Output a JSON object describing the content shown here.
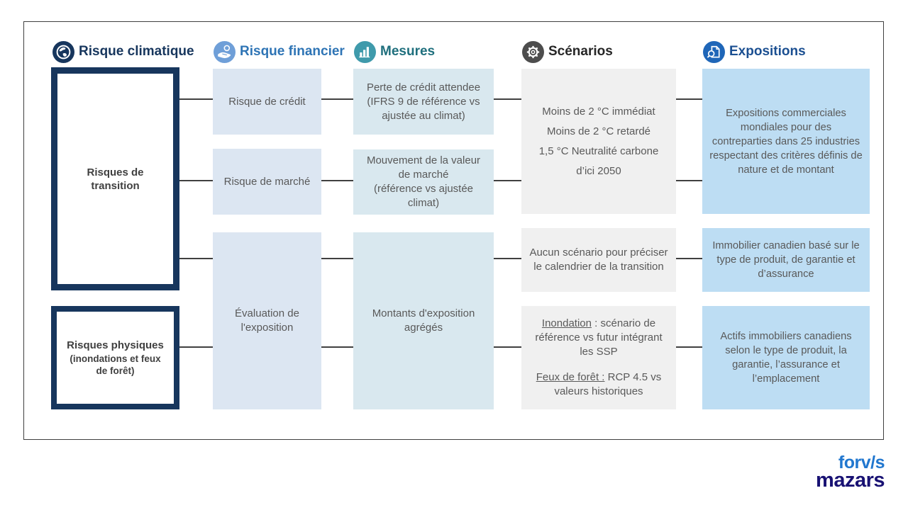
{
  "headers": [
    {
      "label": "Risque climatique",
      "icon": "globe-icon",
      "color": "#17365d"
    },
    {
      "label": "Risque financier",
      "icon": "hand-coin-icon",
      "color": "#2e74b5"
    },
    {
      "label": "Mesures",
      "icon": "bar-chart-icon",
      "color": "#1f6f7d"
    },
    {
      "label": "Scénarios",
      "icon": "gear-icon",
      "color": "#262626"
    },
    {
      "label": "Expositions",
      "icon": "document-search-icon",
      "color": "#1b4f91"
    }
  ],
  "climate_risk": {
    "transition": "Risques de transition",
    "physical_title": "Risques physiques",
    "physical_subtitle": "(inondations et feux de forêt)"
  },
  "financial_risk": {
    "credit": "Risque de crédit",
    "market": "Risque de marché",
    "exposure_evaluation": "Évaluation de l'exposition"
  },
  "measures": {
    "expected_credit_loss": "Perte de crédit attendee\n(IFRS 9 de référence vs ajustée au climat)",
    "market_value_movement": "Mouvement de la valeur de marché\n(référence vs ajustée climat)",
    "aggregated_exposure": "Montants d'exposition agrégés"
  },
  "scenarios": {
    "transition_lines": [
      "Moins de 2 °C immédiat",
      "Moins de 2 °C retardé",
      "1,5 °C  Neutralité carbone",
      "d’ici 2050"
    ],
    "no_scenario": "Aucun scénario pour préciser le calendrier de la transition",
    "flood_label": "Inondation",
    "flood_text": " : scénario de référence vs futur intégrant les SSP",
    "wildfire_label": "Feux de forêt :",
    "wildfire_text": " RCP 4.5 vs valeurs historiques"
  },
  "exposures": {
    "commercial": "Expositions commerciales mondiales pour des contreparties dans 25 industries respectant des critères définis de nature et de montant",
    "real_estate": "Immobilier canadien basé sur le type de produit, de garantie et d’assurance",
    "real_estate_assets": "Actifs immobiliers canadiens selon le type de produit, la garantie, l’assurance et l’emplacement"
  },
  "brand": {
    "logo_top": "forv/s",
    "logo_bottom": "mazars",
    "logo_top_color": "#2177cf",
    "logo_bottom_color": "#181173"
  },
  "colors": {
    "financial_box": "#dce6f2",
    "measures_box": "#d9e8ef",
    "scenarios_box": "#f0f0f0",
    "exposures_box": "#bdddf3",
    "climate_border": "#17365d",
    "connector": "#404040"
  }
}
